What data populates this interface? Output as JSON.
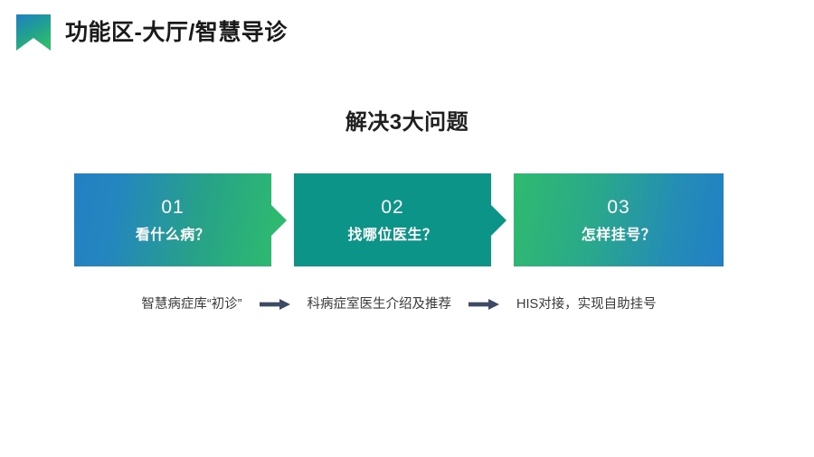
{
  "header": {
    "logo_icon": "bookmark-ribbon-icon",
    "title": "功能区-大厅/智慧导诊",
    "logo_gradient_from": "#1f7fc4",
    "logo_gradient_to": "#2fba6f"
  },
  "section": {
    "title": "解决3大问题"
  },
  "cards": [
    {
      "number": "01",
      "label": "看什么病？",
      "gradient_from": "#2180c3",
      "gradient_to": "#2dba70"
    },
    {
      "number": "02",
      "label": "找哪位医生？",
      "gradient_from": "#0d9488",
      "gradient_to": "#0d9488"
    },
    {
      "number": "03",
      "label": "怎样挂号？",
      "gradient_from": "#2fba6f",
      "gradient_to": "#2180c5"
    }
  ],
  "captions": {
    "items": [
      "智慧病症库“初诊”",
      "科病症室医生介绍及推荐",
      "HIS对接，实现自助挂号"
    ],
    "arrow_icon": "right-arrow-icon",
    "arrow_color": "#3d4a66"
  }
}
